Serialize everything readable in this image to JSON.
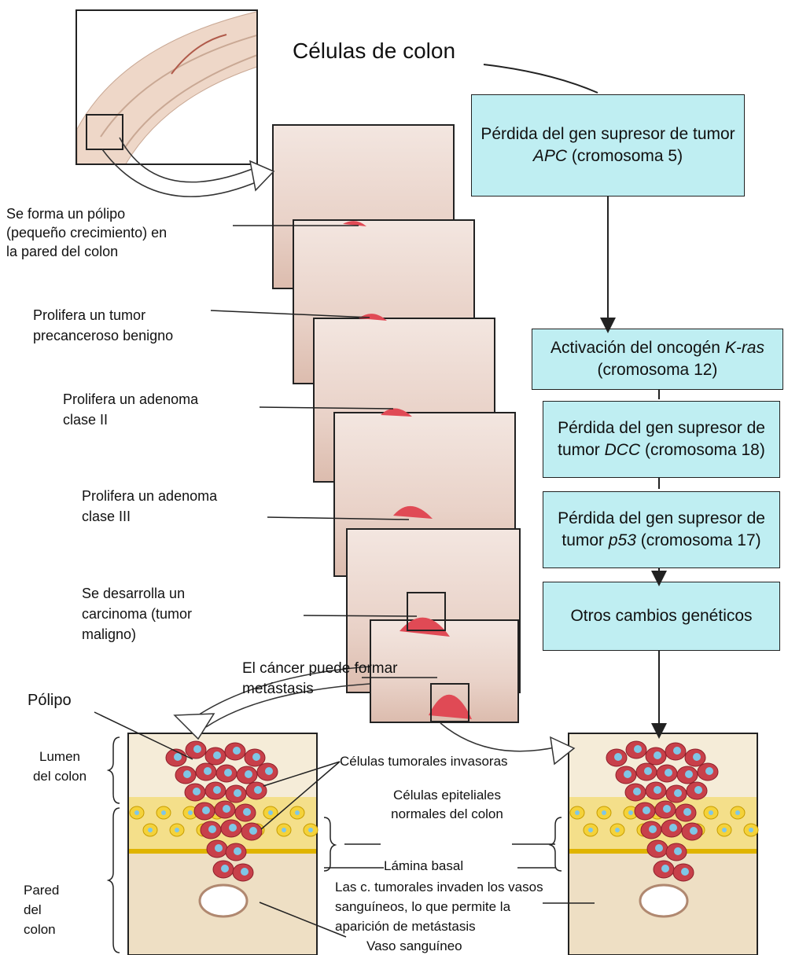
{
  "title": "Células de colon",
  "steps": [
    {
      "pre": "Pérdida del gen supresor de tumor ",
      "gene": "APC",
      "post": " (cromosoma 5)"
    },
    {
      "pre": "Activación del oncogén ",
      "gene": "K-ras",
      "post": " (cromosoma 12)"
    },
    {
      "pre": "Pérdida del gen supresor de tumor ",
      "gene": "DCC",
      "post": " (cromosoma 18)"
    },
    {
      "pre": "Pérdida del gen supresor de tumor ",
      "gene": "p53",
      "post": " (cromosoma 17)"
    },
    {
      "pre": "Otros cambios genéticos",
      "gene": "",
      "post": ""
    }
  ],
  "stage_labels": [
    "Se forma un pólipo (pequeño crecimiento) en la pared del colon",
    "Prolifera un tumor precanceroso benigno",
    "Prolifera un adenoma clase II",
    "Prolifera un adenoma clase III",
    "Se desarrolla un carcinoma (tumor maligno)",
    "El cáncer puede formar metástasis"
  ],
  "left_labels": {
    "polipo": "Pólipo",
    "lumen": "Lumen del colon",
    "pared": "Pared del colon"
  },
  "center_labels": {
    "invasoras": "Células tumorales invasoras",
    "epiteliales": "Células epiteliales normales del colon",
    "lamina": "Lámina basal",
    "invaden": "Las c. tumorales invaden los vasos sanguíneos, lo que permite la aparición de metástasis",
    "vaso": "Vaso sanguíneo"
  },
  "colors": {
    "box_fill": "#bfeef2",
    "tumor": "#c8404a",
    "nucleus": "#7fc6e6",
    "epithelium": "#f2d64a"
  }
}
